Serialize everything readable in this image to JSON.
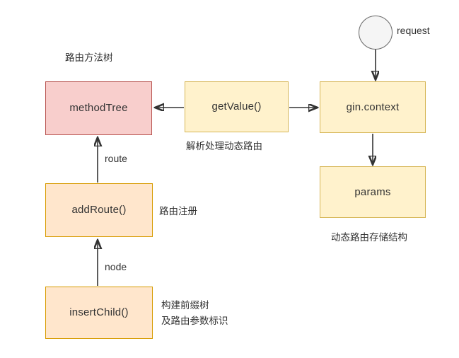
{
  "diagram": {
    "title_note": "路由方法树",
    "nodes": [
      {
        "id": "methodTree",
        "label": "methodTree",
        "color": "#f8cecc",
        "border": "#b85450"
      },
      {
        "id": "getValue",
        "label": "getValue()",
        "color": "#fff2cc",
        "border": "#d6b656"
      },
      {
        "id": "ginContext",
        "label": "gin.context",
        "color": "#fff2cc",
        "border": "#d6b656"
      },
      {
        "id": "params",
        "label": "params",
        "color": "#fff2cc",
        "border": "#d6b656"
      },
      {
        "id": "addRoute",
        "label": "addRoute()",
        "color": "#ffe6cc",
        "border": "#d79b00"
      },
      {
        "id": "insertChild",
        "label": "insertChild()",
        "color": "#ffe6cc",
        "border": "#d79b00"
      }
    ],
    "start_node": {
      "id": "request-start",
      "label": "",
      "fill": "#f5f5f5",
      "stroke": "#666666"
    },
    "edge_labels": {
      "request": "request",
      "route": "route",
      "node": "node"
    },
    "annotations": {
      "method_tree_note": "路由方法树",
      "get_value_note": "解析处理动态路由",
      "params_note": "动态路由存储结构",
      "add_route_note": "路由注册",
      "insert_child_note_line1": "构建前缀树",
      "insert_child_note_line2": "及路由参数标识"
    },
    "colors": {
      "pink_fill": "#f8cecc",
      "pink_stroke": "#b85450",
      "yellow_fill": "#fff2cc",
      "yellow_stroke": "#d6b656",
      "orange_fill": "#ffe6cc",
      "orange_stroke": "#d79b00",
      "circle_fill": "#f5f5f5",
      "circle_stroke": "#666666",
      "edge_stroke": "#333333",
      "text": "#333333",
      "background": "#ffffff"
    }
  }
}
